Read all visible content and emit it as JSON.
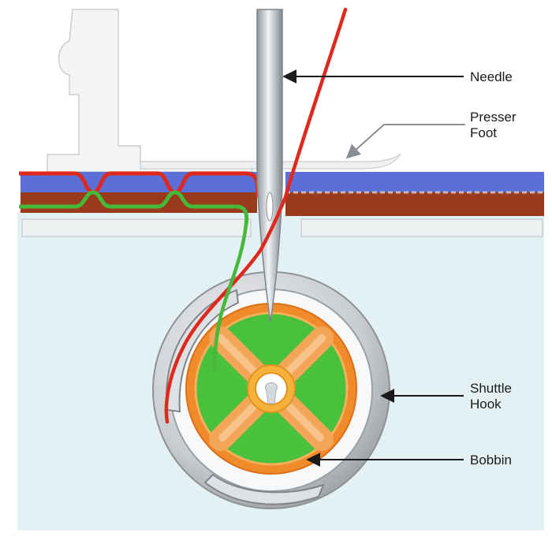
{
  "labels": {
    "needle": "Needle",
    "presser_line1": "Presser",
    "presser_line2": "Foot",
    "shuttle_line1": "Shuttle",
    "shuttle_line2": "Hook",
    "bobbin": "Bobbin"
  },
  "colors": {
    "background_lower": "#e3f1f5",
    "fabric_blue": "#5a6fd8",
    "fabric_brown": "#9a3a1c",
    "upper_thread": "#e0281c",
    "lower_thread": "#46b83a",
    "bobbin_orange": "#f08a2a",
    "bobbin_green": "#49c13c",
    "hook_grey": "#b8bcc0"
  }
}
